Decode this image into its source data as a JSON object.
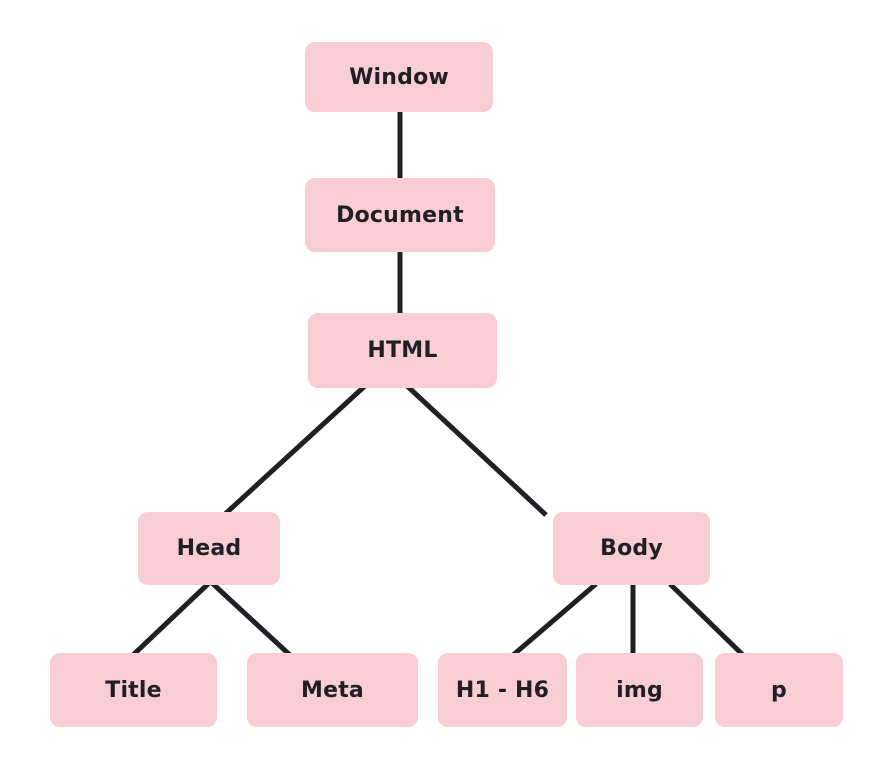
{
  "diagram": {
    "type": "tree",
    "description": "HTML DOM tree diagram",
    "colors": {
      "node_fill": "#f8cdd3",
      "node_text": "#211f26",
      "connector": "#211f26",
      "background": "#ffffff"
    },
    "nodes": [
      {
        "id": "window",
        "label": "Window"
      },
      {
        "id": "document",
        "label": "Document"
      },
      {
        "id": "html",
        "label": "HTML"
      },
      {
        "id": "head",
        "label": "Head"
      },
      {
        "id": "body",
        "label": "Body"
      },
      {
        "id": "title",
        "label": "Title"
      },
      {
        "id": "meta",
        "label": "Meta"
      },
      {
        "id": "h1h6",
        "label": "H1 - H6"
      },
      {
        "id": "img",
        "label": "img"
      },
      {
        "id": "p",
        "label": "p"
      }
    ],
    "edges": [
      [
        "window",
        "document"
      ],
      [
        "document",
        "html"
      ],
      [
        "html",
        "head"
      ],
      [
        "html",
        "body"
      ],
      [
        "head",
        "title"
      ],
      [
        "head",
        "meta"
      ],
      [
        "body",
        "h1h6"
      ],
      [
        "body",
        "img"
      ],
      [
        "body",
        "p"
      ]
    ]
  }
}
